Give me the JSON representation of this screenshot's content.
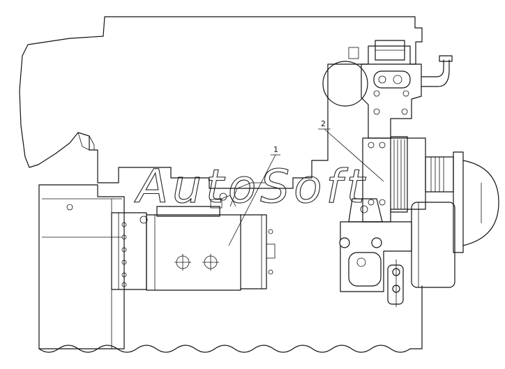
{
  "callouts": [
    {
      "id": "1",
      "label": "1"
    },
    {
      "id": "2",
      "label": "2"
    }
  ],
  "watermark": "AutoSoft",
  "colors": {
    "line": "#111111",
    "background": "#ffffff"
  }
}
